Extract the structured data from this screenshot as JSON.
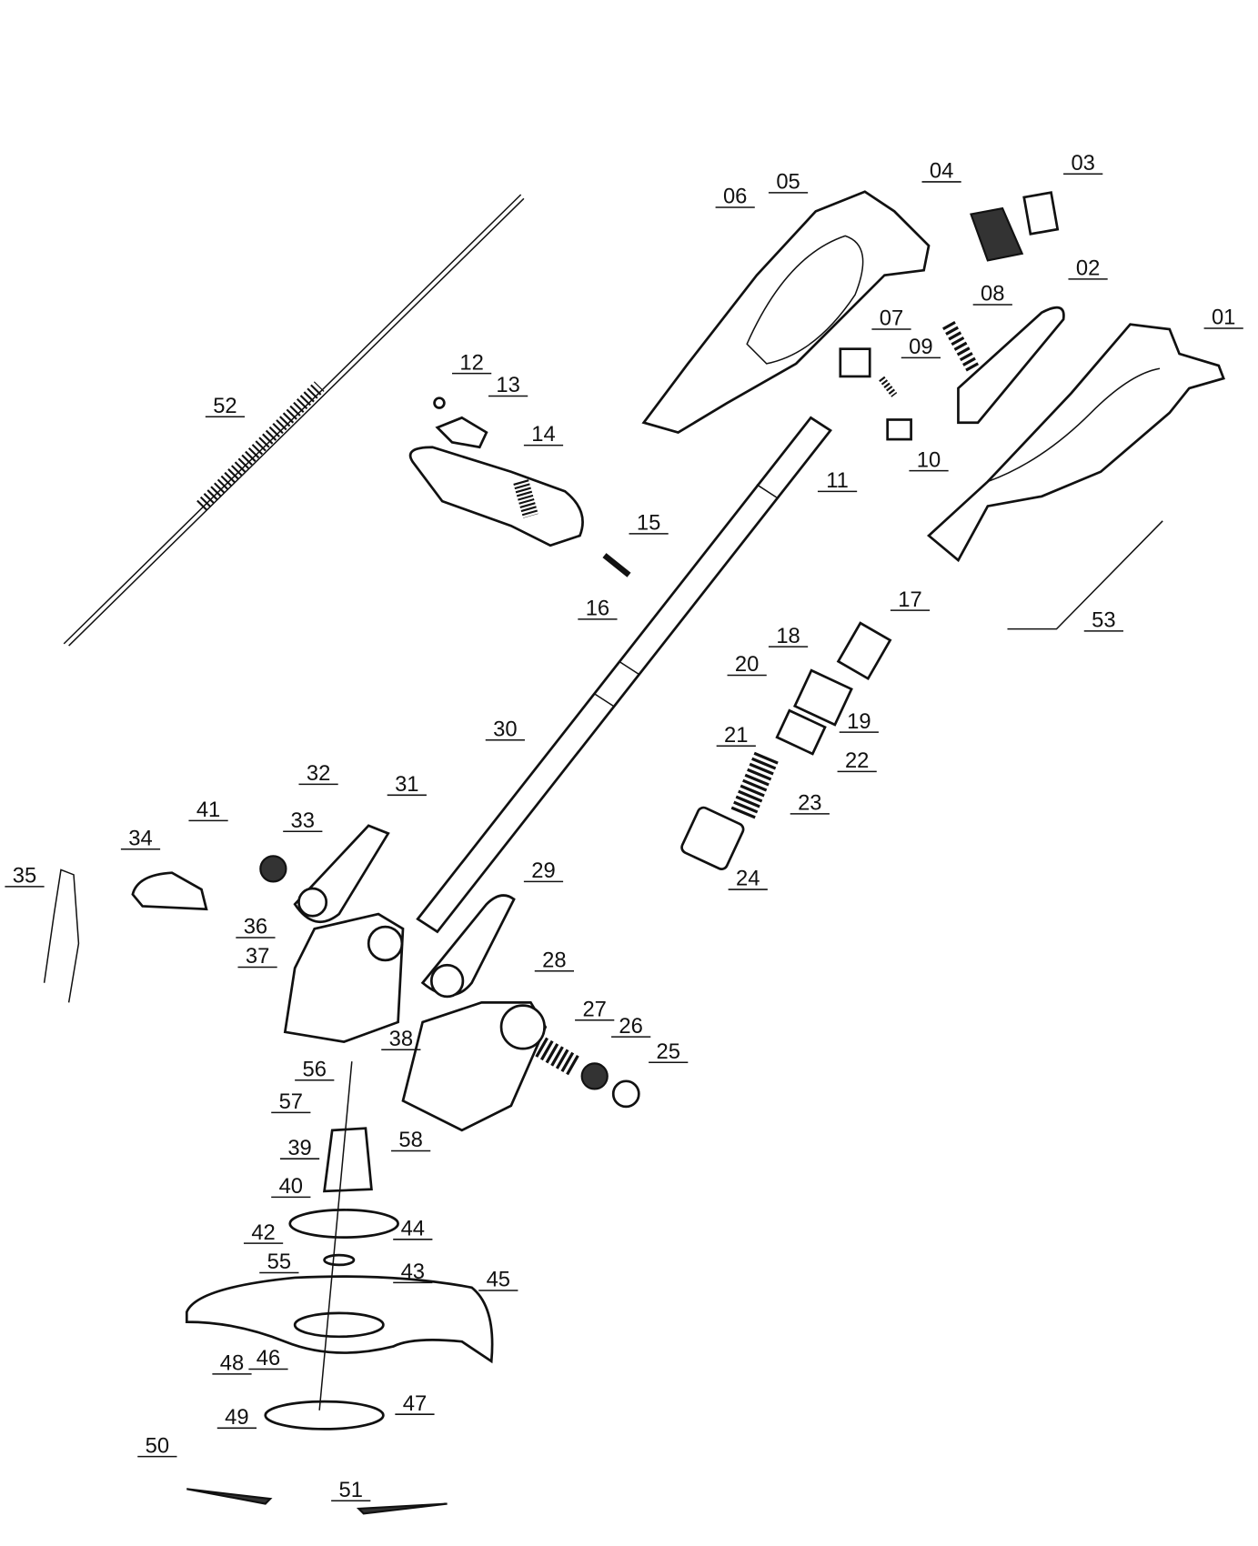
{
  "diagram": {
    "type": "exploded parts drawing",
    "part_labels": [
      "01",
      "02",
      "03",
      "04",
      "05",
      "06",
      "07",
      "08",
      "09",
      "10",
      "11",
      "12",
      "13",
      "14",
      "15",
      "16",
      "17",
      "18",
      "19",
      "20",
      "21",
      "22",
      "23",
      "24",
      "25",
      "26",
      "27",
      "28",
      "29",
      "30",
      "31",
      "32",
      "33",
      "34",
      "35",
      "36",
      "37",
      "38",
      "39",
      "40",
      "41",
      "42",
      "43",
      "44",
      "45",
      "46",
      "47",
      "48",
      "49",
      "50",
      "51",
      "52",
      "53",
      "55",
      "56",
      "57",
      "58"
    ]
  }
}
